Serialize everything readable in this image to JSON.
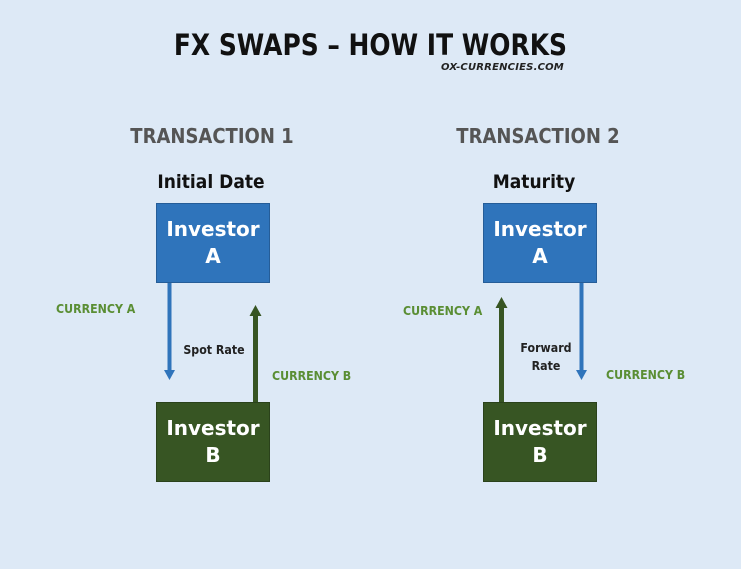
{
  "title": "FX SWAPS – HOW IT WORKS",
  "subtitle": "OX-CURRENCIES.COM",
  "transaction1": {
    "heading": "TRANSACTION 1",
    "date_label": "Initial Date",
    "investor_a": {
      "line1": "Investor",
      "line2": "A"
    },
    "investor_b": {
      "line1": "Investor",
      "line2": "B"
    },
    "flow_down_label": "CURRENCY A",
    "flow_up_label": "CURRENCY B",
    "rate_label": "Spot Rate"
  },
  "transaction2": {
    "heading": "TRANSACTION 2",
    "date_label": "Maturity",
    "investor_a": {
      "line1": "Investor",
      "line2": "A"
    },
    "investor_b": {
      "line1": "Investor",
      "line2": "B"
    },
    "flow_up_label": "CURRENCY A",
    "flow_down_label": "CURRENCY B",
    "rate_label_line1": "Forward",
    "rate_label_line2": "Rate"
  },
  "colors": {
    "background": "#dde9f6",
    "investor_a": "#2f74bb",
    "investor_b": "#375523",
    "currency_label": "#5a8e34",
    "heading_gray": "#555555"
  }
}
